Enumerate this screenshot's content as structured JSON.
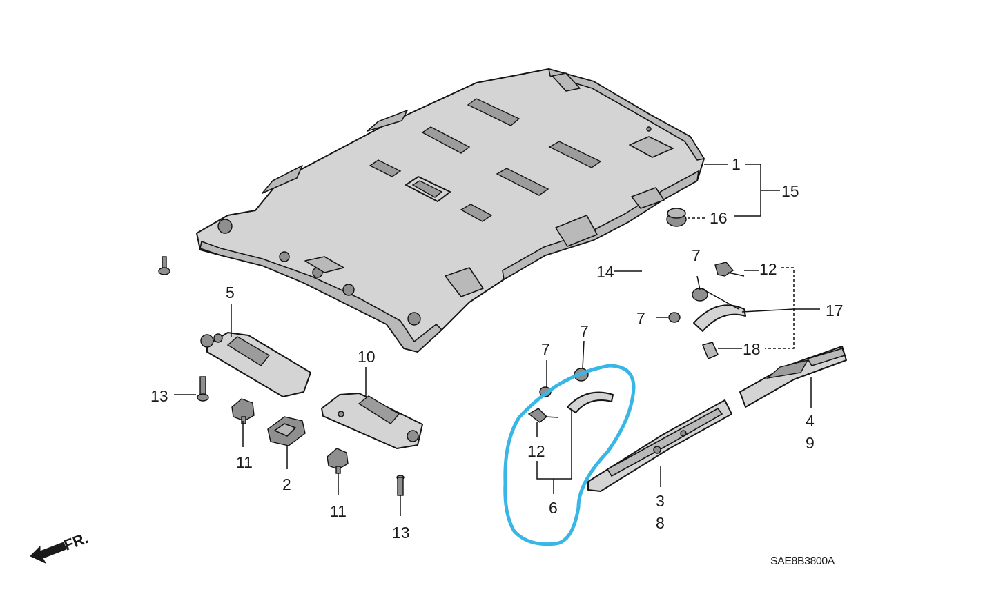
{
  "callouts": {
    "c1": "1",
    "c15": "15",
    "c16": "16",
    "c14": "14",
    "c7a": "7",
    "c12a": "12",
    "c7b": "7",
    "c17": "17",
    "c18": "18",
    "c5": "5",
    "c10": "10",
    "c7c": "7",
    "c7d": "7",
    "c13a": "13",
    "c11a": "11",
    "c2": "2",
    "c11b": "11",
    "c13b": "13",
    "c12b": "12",
    "c6": "6",
    "c3": "3",
    "c8": "8",
    "c4": "4",
    "c9": "9"
  },
  "drawing_code": "SAE8B3800A",
  "front_marker": "FR.",
  "highlight_color": "#38b6e6"
}
